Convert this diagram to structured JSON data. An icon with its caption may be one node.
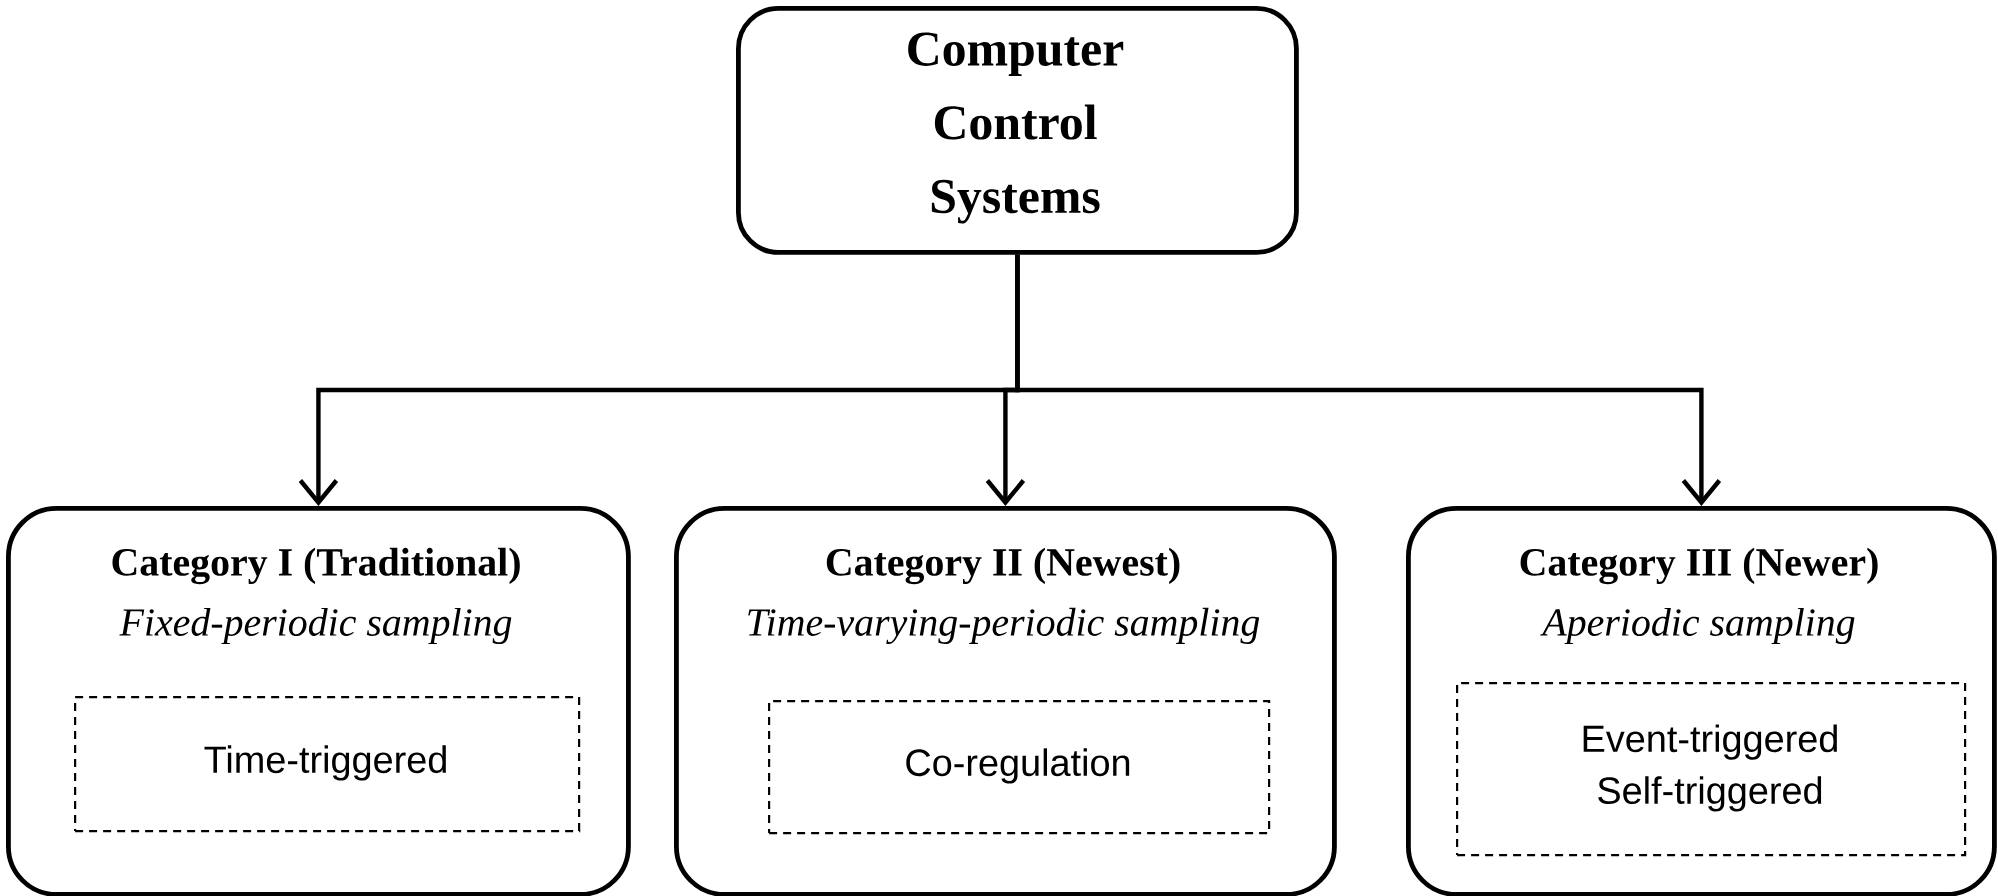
{
  "diagram": {
    "nodes": [
      {
        "text": [
          "Computer Control Systems"
        ]
      },
      {
        "text": [
          "Category I (Traditional)",
          "Fixed-periodic sampling"
        ]
      },
      {
        "text": [
          "Category II (Newest)",
          "Time-varying-periodic sampling"
        ]
      },
      {
        "text": [
          "Category III (Newer)",
          "Aperiodic sampling"
        ]
      },
      {
        "text": [
          "Time-triggered"
        ],
        "in": 1
      },
      {
        "text": [
          "Co-regulation"
        ],
        "in": 2
      },
      {
        "text": [
          "Event-triggered",
          "Self-triggered"
        ],
        "in": 3
      }
    ],
    "edges": [
      {
        "from": 0,
        "to": 1,
        "arrow": "to"
      },
      {
        "from": 0,
        "to": 2,
        "arrow": "to"
      },
      {
        "from": 0,
        "to": 3,
        "arrow": "to"
      }
    ]
  }
}
